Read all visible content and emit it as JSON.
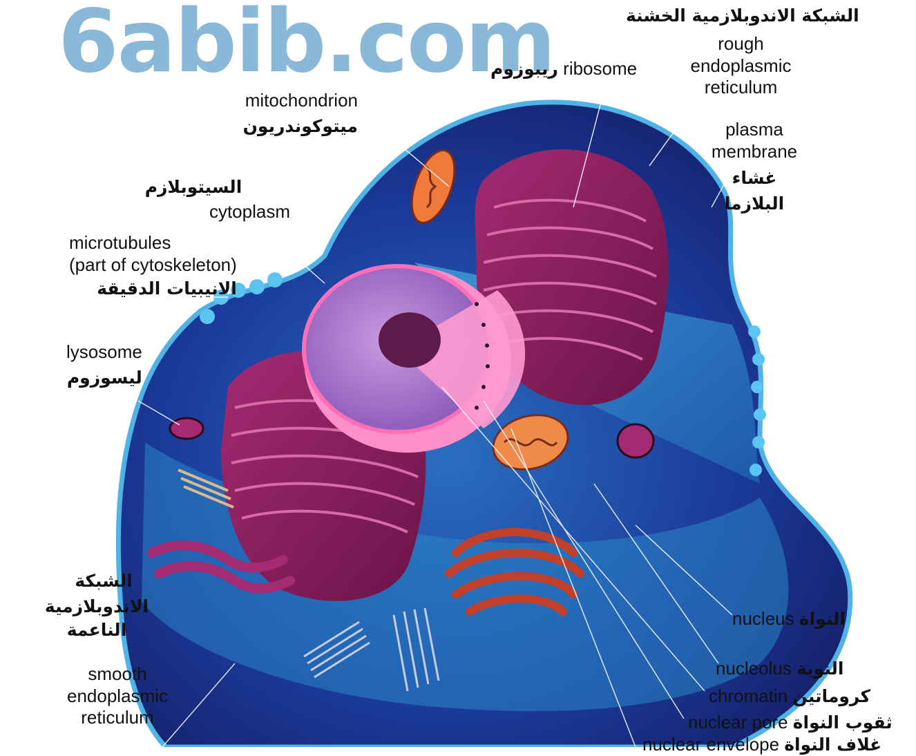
{
  "watermark": "6abib.com",
  "labels": {
    "rough_er_ar": "الشبكة الاندوبلازمية الخشنة",
    "rough_er_en": [
      "rough",
      "endoplasmic",
      "reticulum"
    ],
    "ribosome_en": "ribosome",
    "ribosome_ar": "ريبوزوم",
    "mitochondrion_en": "mitochondrion",
    "mitochondrion_ar": "ميتوكوندريون",
    "plasma_membrane_en": [
      "plasma",
      "membrane"
    ],
    "plasma_membrane_ar": [
      "غشاء",
      "البلازما"
    ],
    "cytoplasm_ar": "السيتوبلازم",
    "cytoplasm_en": "cytoplasm",
    "microtubules_en": [
      "microtubules",
      "(part of cytoskeleton)"
    ],
    "microtubules_ar": "الانيبيات الدقيقة",
    "lysosome_en": "lysosome",
    "lysosome_ar": "ليسوزوم",
    "smooth_er_ar": [
      "الشبكة",
      "الاندوبلازمية",
      "الناعمة"
    ],
    "smooth_er_en": [
      "smooth",
      "endoplasmic",
      "reticulum"
    ],
    "nucleus_en": "nucleus",
    "nucleus_ar": "النواة",
    "nucleolus_en": "nucleolus",
    "nucleolus_ar": "النوية",
    "chromatin_en": "chromatin",
    "chromatin_ar": "كروماتين",
    "nuclear_pore_en": "nuclear pore",
    "nuclear_pore_ar": "ثقوب النواة",
    "nuclear_envelope_en": "nuclear envelope",
    "nuclear_envelope_ar": "غلاف النواة"
  },
  "colors": {
    "cell_dark": "#1a1f6e",
    "cell_light": "#2f8fd0",
    "membrane": "#4fb3e8",
    "er": "#8a1f5c",
    "nucleus": "#b07ad0",
    "nuclear_envelope": "#ff6fb8",
    "mitochondria": "#f07a3a",
    "golgi": "#c2402a"
  }
}
